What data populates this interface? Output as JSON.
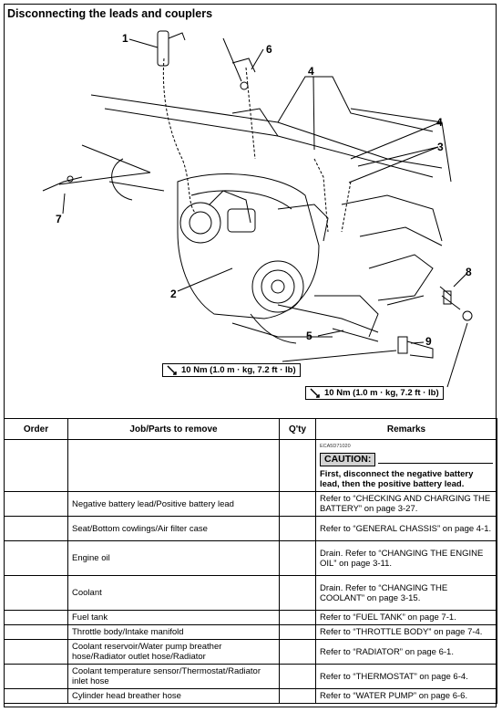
{
  "title": "Disconnecting the leads and couplers",
  "callouts": [
    "1",
    "2",
    "3",
    "4",
    "4",
    "5",
    "6",
    "7",
    "8",
    "9"
  ],
  "torque": [
    "10 Nm (1.0 m · kg, 7.2 ft · lb)",
    "10 Nm (1.0 m · kg, 7.2 ft · lb)"
  ],
  "table": {
    "headers": [
      "Order",
      "Job/Parts to remove",
      "Q'ty",
      "Remarks"
    ],
    "caution_code": "ECA5D71020",
    "caution_label": "CAUTION:",
    "caution_text": "First, disconnect the negative battery lead, then the positive battery lead.",
    "rows": [
      {
        "order": "",
        "job": "Negative battery lead/Positive battery lead",
        "qty": "",
        "remarks": "Refer to “CHECKING AND CHARGING THE BATTERY” on page 3-27."
      },
      {
        "order": "",
        "job": "Seat/Bottom cowlings/Air filter case",
        "qty": "",
        "remarks": "Refer to “GENERAL CHASSIS” on page 4-1."
      },
      {
        "order": "",
        "job": "Engine oil",
        "qty": "",
        "remarks": "Drain. Refer to “CHANGING THE ENGINE OIL” on page 3-11."
      },
      {
        "order": "",
        "job": "Coolant",
        "qty": "",
        "remarks": "Drain. Refer to “CHANGING THE COOLANT” on page 3-15."
      },
      {
        "order": "",
        "job": "Fuel tank",
        "qty": "",
        "remarks": "Refer to “FUEL TANK” on page 7-1."
      },
      {
        "order": "",
        "job": "Throttle body/Intake manifold",
        "qty": "",
        "remarks": "Refer to “THROTTLE BODY” on page 7-4."
      },
      {
        "order": "",
        "job": "Coolant reservoir/Water pump breather hose/Radiator outlet hose/Radiator",
        "qty": "",
        "remarks": "Refer to “RADIATOR” on page 6-1."
      },
      {
        "order": "",
        "job": "Coolant temperature sensor/Thermostat/Radiator inlet hose",
        "qty": "",
        "remarks": "Refer to “THERMOSTAT” on page 6-4."
      },
      {
        "order": "",
        "job": "Cylinder head breather hose",
        "qty": "",
        "remarks": "Refer to “WATER PUMP” on page 6-6."
      }
    ]
  }
}
